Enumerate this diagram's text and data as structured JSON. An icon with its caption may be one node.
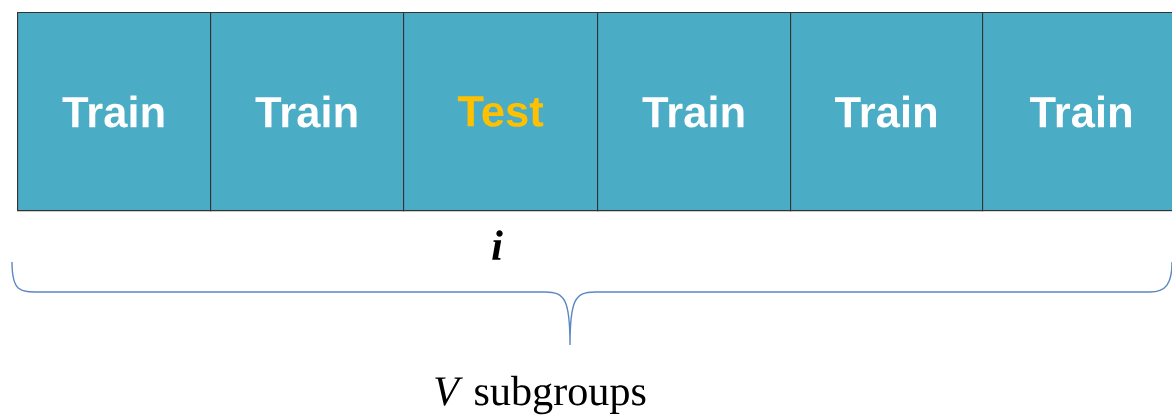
{
  "diagram": {
    "nodes": [
      {
        "text": [
          "Train"
        ]
      },
      {
        "text": [
          "Train"
        ]
      },
      {
        "text": [
          "Test"
        ]
      },
      {
        "text": [
          "Train"
        ]
      },
      {
        "text": [
          "Train"
        ]
      },
      {
        "text": [
          "Train"
        ]
      }
    ],
    "labels": [
      "i",
      "*V*  subgroups"
    ]
  }
}
